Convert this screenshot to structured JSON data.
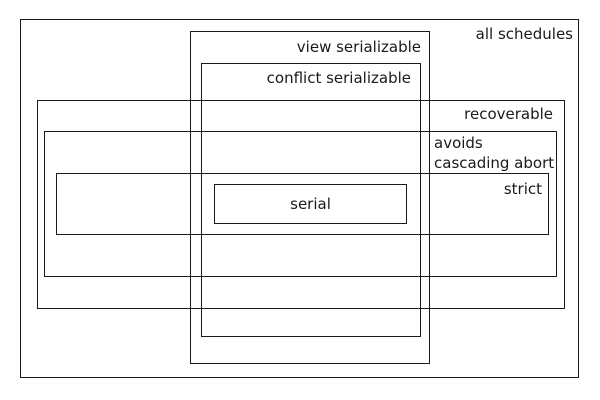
{
  "colors": {
    "background": "#ffffff",
    "line": "#1a1a1a",
    "text": "#1a1a1a"
  },
  "diagram": {
    "labels": {
      "all_schedules": "all schedules",
      "view_serializable": "view serializable",
      "conflict_serializable": "conflict serializable",
      "recoverable": "recoverable",
      "avoids_line1": "avoids",
      "avoids_line2": "cascading abort",
      "strict": "strict",
      "serial": "serial"
    }
  }
}
